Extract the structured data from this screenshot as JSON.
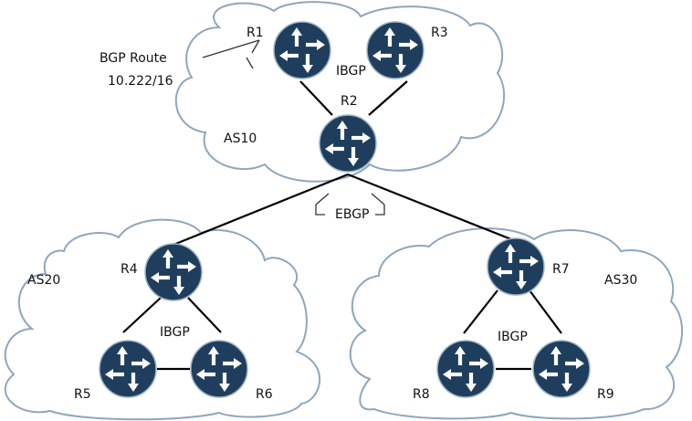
{
  "labels": {
    "r1": "R1",
    "r2": "R2",
    "r3": "R3",
    "r4": "R4",
    "r5": "R5",
    "r6": "R6",
    "r7": "R7",
    "r8": "R8",
    "r9": "R9",
    "as10": "AS10",
    "as20": "AS20",
    "as30": "AS30",
    "ibgp_as10": "IBGP",
    "ibgp_as20": "IBGP",
    "ibgp_as30": "IBGP",
    "ebgp": "EBGP",
    "route_title": "BGP Route",
    "route_prefix": "10.222/16"
  },
  "colors": {
    "router": "#1f3e5d",
    "cloud_outline": "#8ea6bd",
    "link": "#000000"
  },
  "icons": [
    "router-icon",
    "cloud-shape",
    "route-arrow-icon",
    "ebgp-arrow-icon"
  ]
}
